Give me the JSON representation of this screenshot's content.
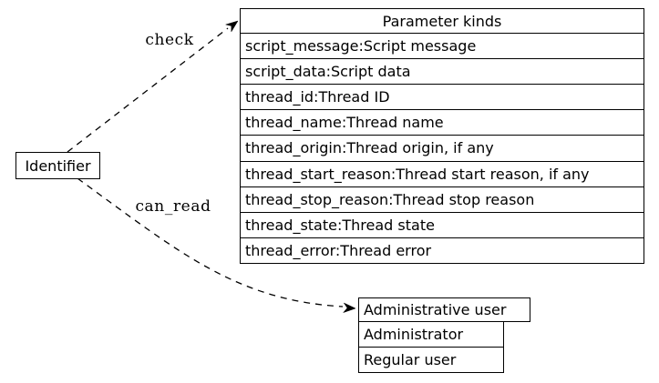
{
  "colors": {
    "background": "#ffffff",
    "line": "#000000",
    "text": "#000000"
  },
  "identifier_node": {
    "label": "Identifier"
  },
  "edges": {
    "check": {
      "label": "check"
    },
    "can_read": {
      "label": "can_read"
    }
  },
  "parameter_kinds_table": {
    "title": "Parameter kinds",
    "rows": [
      "script_message:Script message",
      "script_data:Script data",
      "thread_id:Thread ID",
      "thread_name:Thread name",
      "thread_origin:Thread origin, if any",
      "thread_start_reason:Thread start reason, if any",
      "thread_stop_reason:Thread stop reason",
      "thread_state:Thread state",
      "thread_error:Thread error"
    ]
  },
  "user_kinds_table": {
    "title": "Administrative user",
    "rows": [
      "Administrator",
      "Regular user"
    ]
  }
}
